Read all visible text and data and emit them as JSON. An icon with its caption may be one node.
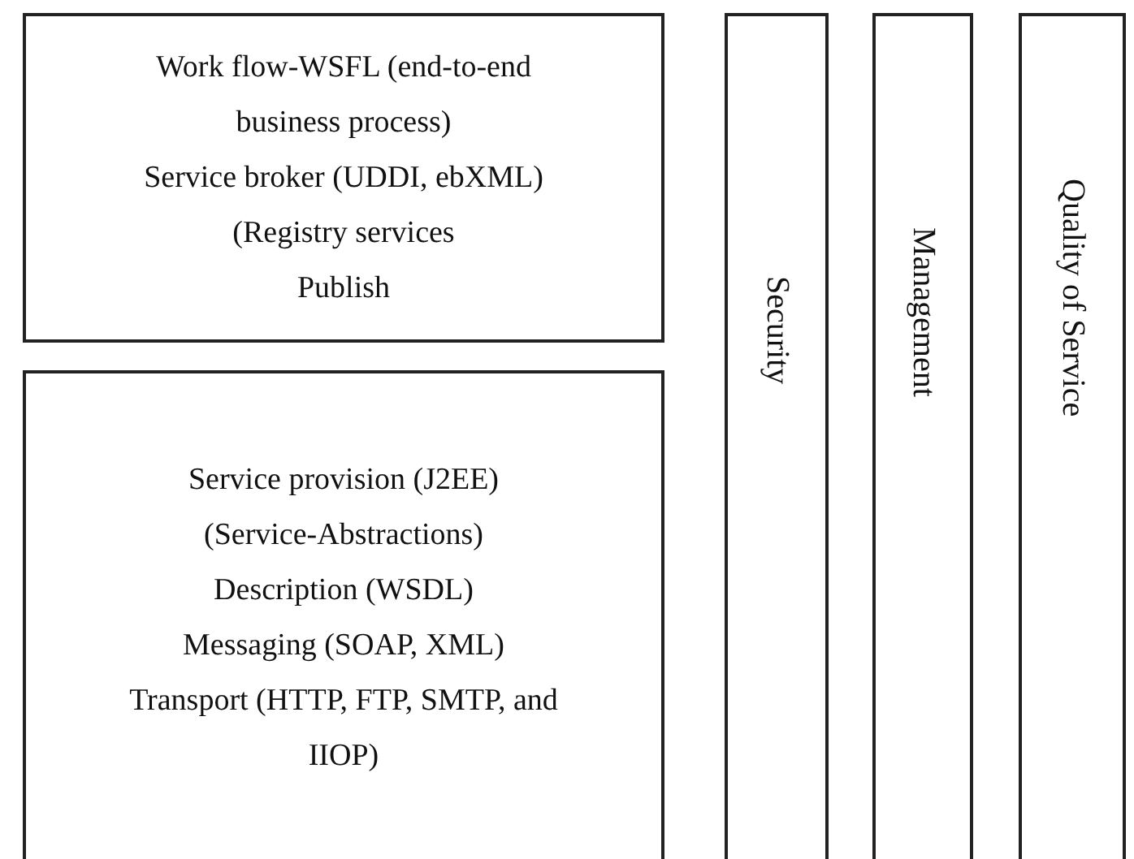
{
  "diagram": {
    "nodes": [
      {
        "text": [
          "Work flow-WSFL (end-to-end business process)",
          "Service broker (UDDI, ebXML)",
          "(Registry services",
          "Publish"
        ]
      },
      {
        "text": [
          "Service provision (J2EE)",
          "(Service-Abstractions)",
          "Description (WSDL)",
          "Messaging (SOAP, XML)",
          "Transport (HTTP, FTP, SMTP, and IIOP)"
        ]
      },
      {
        "text": [
          "Security"
        ]
      },
      {
        "text": [
          "Management"
        ]
      },
      {
        "text": [
          "Quality of Service"
        ]
      }
    ]
  }
}
